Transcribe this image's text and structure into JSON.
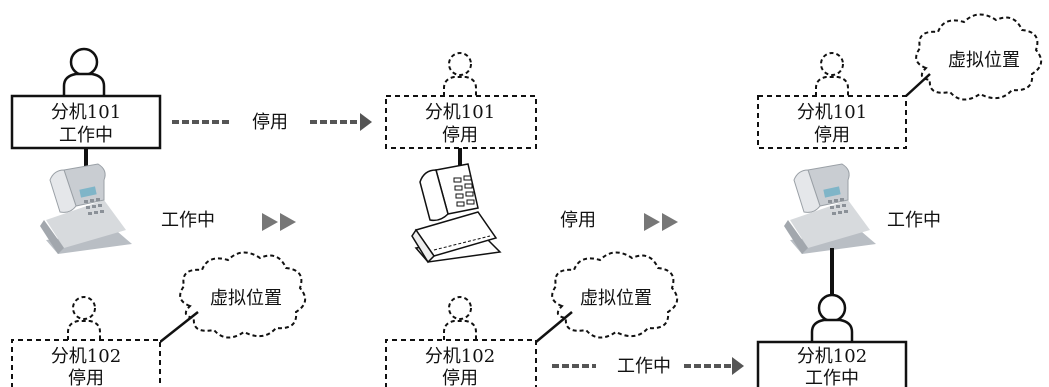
{
  "panel1": {
    "ext_top_name": "分机101",
    "ext_top_status": "工作中",
    "arrow_label": "停用",
    "phone_label": "工作中",
    "cloud_label": "虚拟位置",
    "ext_bottom_name": "分机102",
    "ext_bottom_status": "停用"
  },
  "panel2": {
    "ext_top_name": "分机101",
    "ext_top_status": "停用",
    "phone_label": "停用",
    "cloud_label": "虚拟位置",
    "ext_bottom_name": "分机102",
    "ext_bottom_status": "停用",
    "arrow_label": "工作中"
  },
  "panel3": {
    "cloud_label": "虚拟位置",
    "ext_top_name": "分机101",
    "ext_top_status": "停用",
    "phone_label": "工作中",
    "ext_bottom_name": "分机102",
    "ext_bottom_status": "工作中"
  },
  "colors": {
    "line": "#111111",
    "arrow": "#555555",
    "next_arrow": "#777777",
    "phone_body": "#c9cdd2",
    "phone_screen": "#7fb5c8"
  }
}
